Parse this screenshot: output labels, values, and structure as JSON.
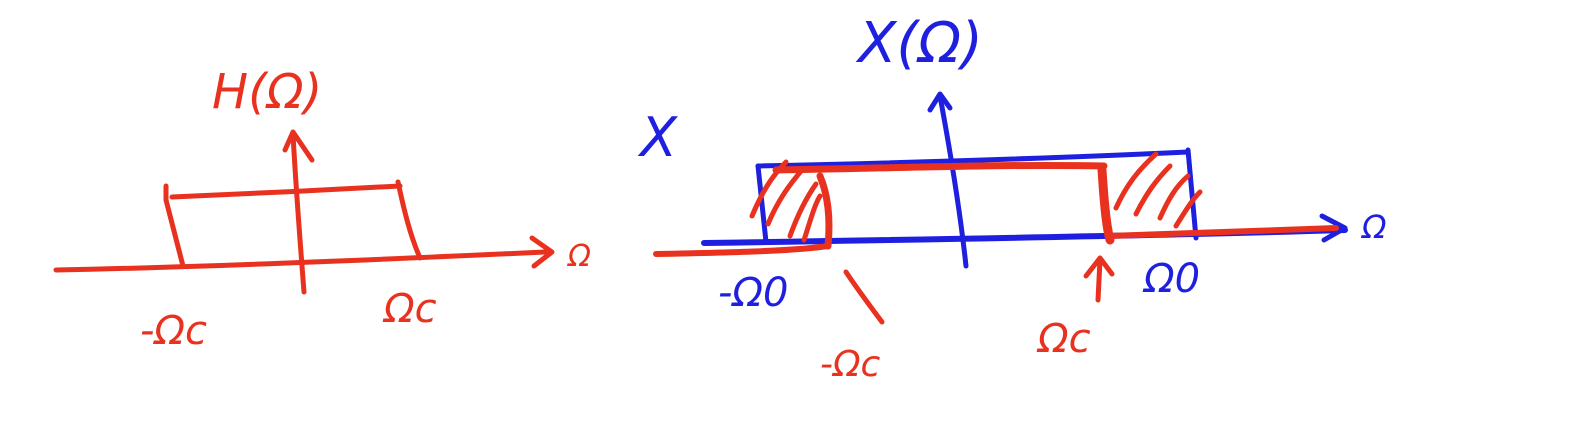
{
  "colors": {
    "red": "#e8321f",
    "blue": "#1f1fe0",
    "background": "#ffffff"
  },
  "left_plot": {
    "title": "H(Ω)",
    "x_axis_label": "Ω",
    "neg_cutoff_label": "-Ωc",
    "pos_cutoff_label": "Ωc"
  },
  "right_plot": {
    "title": "X(Ω)",
    "x_axis_label": "Ω",
    "input_neg_edge_label": "-Ω0",
    "input_pos_edge_label": "Ω0",
    "filter_neg_cutoff_label": "-Ωc",
    "filter_pos_cutoff_label": "Ωc",
    "side_mark": "X"
  }
}
